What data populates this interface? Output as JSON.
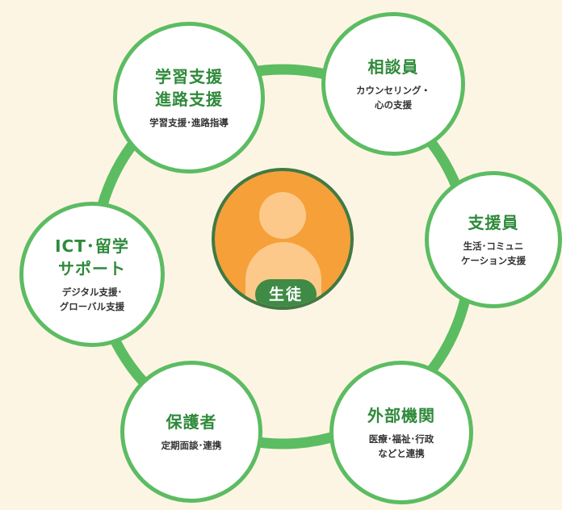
{
  "center": {
    "label": "生徒"
  },
  "nodes": [
    {
      "title": "学習支援\n進路支援",
      "desc": "学習支援･進路指導"
    },
    {
      "title": "相談員",
      "desc": "カウンセリング・\n心の支援"
    },
    {
      "title": "支援員",
      "desc": "生活･コミュニ\nケーション支援"
    },
    {
      "title": "外部機関",
      "desc": "医療･福祉･行政\nなどと連携"
    },
    {
      "title": "保護者",
      "desc": "定期面談･連携"
    },
    {
      "title": "ICT･留学\nサポート",
      "desc": "デジタル支援･\nグローバル支援"
    }
  ],
  "colors": {
    "background": "#fdf5e4",
    "ring": "#5cbc62",
    "title": "#2f8a3b",
    "center_fill": "#f6a03a",
    "center_figure": "#fcc98a",
    "center_border": "#3f7a43",
    "center_label_bg": "#3f8a44"
  }
}
